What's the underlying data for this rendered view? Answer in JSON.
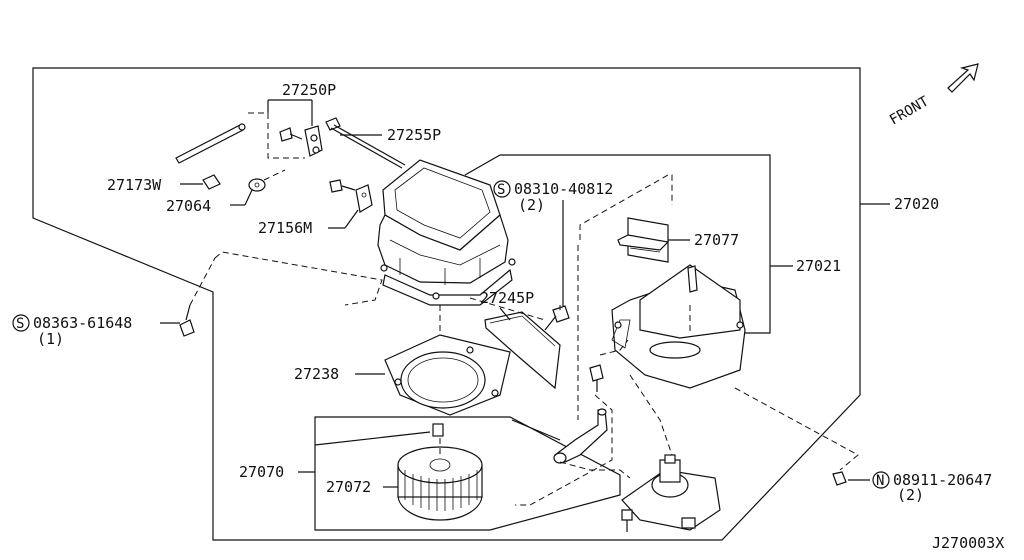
{
  "parts": {
    "p27250P": "27250P",
    "p27255P": "27255P",
    "p27173W": "27173W",
    "p27064": "27064",
    "p27156M": "27156M",
    "p08310": "08310-40812",
    "p08310_qty": "(2)",
    "p27077": "27077",
    "p27021": "27021",
    "p27020": "27020",
    "p08363": "08363-61648",
    "p08363_qty": "(1)",
    "p27245P": "27245P",
    "p27238": "27238",
    "p27070": "27070",
    "p27072": "27072",
    "p08911": "08911-20647",
    "p08911_qty": "(2)"
  },
  "symbols": {
    "s_circle": "S",
    "n_circle": "N"
  },
  "front_label": "FRONT",
  "diagram_code": "J270003X"
}
